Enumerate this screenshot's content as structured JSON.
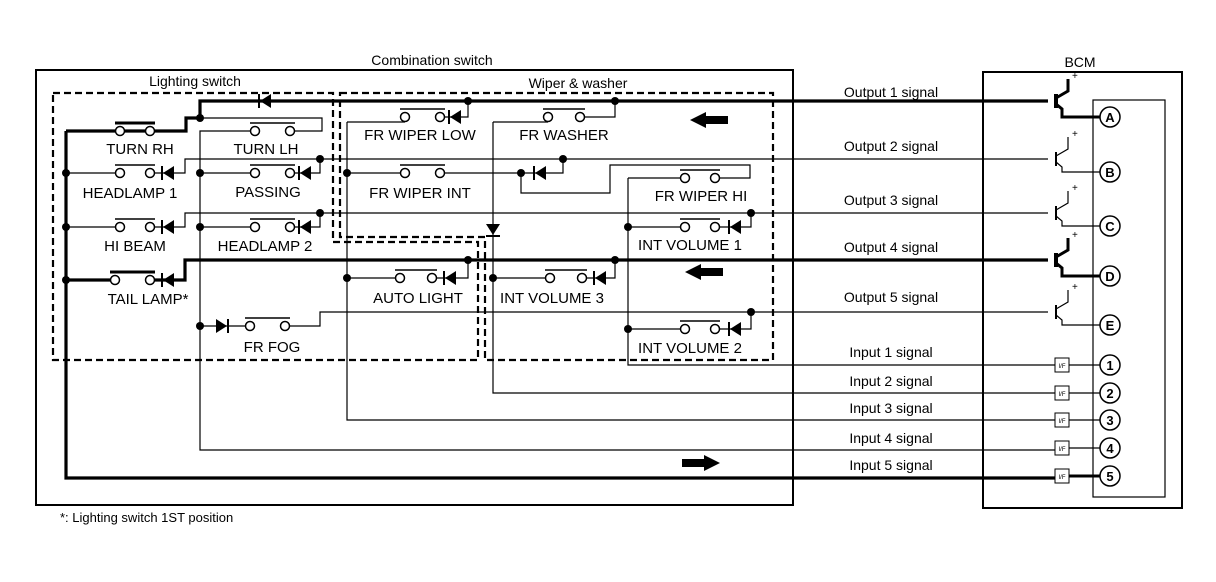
{
  "titles": {
    "combination_switch": "Combination switch",
    "lighting_switch": "Lighting switch",
    "wiper_washer": "Wiper & washer",
    "bcm": "BCM"
  },
  "switches": {
    "turn_rh": "TURN RH",
    "turn_lh": "TURN LH",
    "headlamp1": "HEADLAMP 1",
    "passing": "PASSING",
    "hi_beam": "HI BEAM",
    "headlamp2": "HEADLAMP 2",
    "tail_lamp": "TAIL LAMP*",
    "fr_fog": "FR FOG",
    "fr_wiper_low": "FR WIPER LOW",
    "fr_washer": "FR WASHER",
    "fr_wiper_int": "FR WIPER INT",
    "fr_wiper_hi": "FR WIPER HI",
    "int_volume1": "INT VOLUME 1",
    "auto_light": "AUTO LIGHT",
    "int_volume3": "INT VOLUME 3",
    "int_volume2": "INT VOLUME 2"
  },
  "signals": {
    "output1": "Output 1 signal",
    "output2": "Output 2 signal",
    "output3": "Output 3 signal",
    "output4": "Output 4 signal",
    "output5": "Output 5 signal",
    "input1": "Input 1 signal",
    "input2": "Input 2 signal",
    "input3": "Input 3 signal",
    "input4": "Input 4 signal",
    "input5": "Input 5 signal"
  },
  "terminals": [
    "A",
    "B",
    "C",
    "D",
    "E",
    "1",
    "2",
    "3",
    "4",
    "5"
  ],
  "interface_label": "I/F",
  "plus_label": "+",
  "footnote": "*: Lighting switch 1ST position"
}
